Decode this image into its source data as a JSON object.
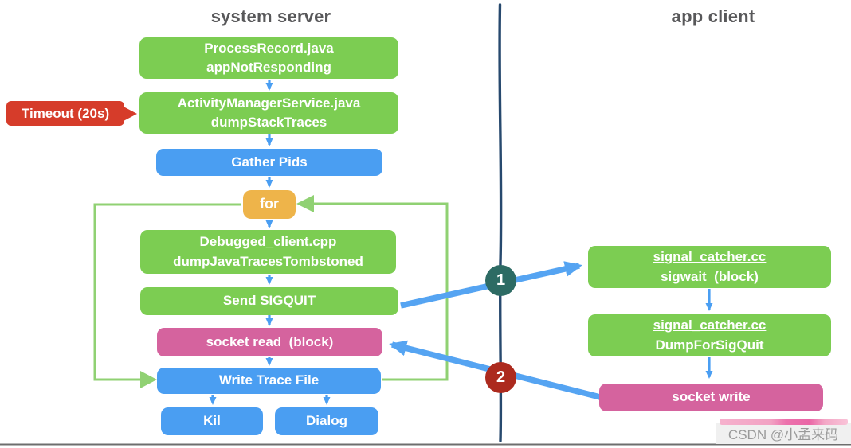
{
  "titles": {
    "left": "system server",
    "right": "app client"
  },
  "server": {
    "process_record": {
      "line1": "ProcessRecord.java",
      "line2": "appNotResponding"
    },
    "ams": {
      "line1": "ActivityManagerService.java",
      "line2": "dumpStackTraces"
    },
    "timeout_label": "Timeout (20s)",
    "gather_pids": "Gather Pids",
    "for_label": "for",
    "debugged_client": {
      "line1": "Debugged_client.cpp",
      "line2": "dumpJavaTracesTombstoned"
    },
    "send_sigquit": "Send SIGQUIT",
    "socket_read": "socket read  (block)",
    "write_trace_file": "Write Trace File",
    "kill": "Kil",
    "dialog": "Dialog"
  },
  "client": {
    "sigwait": {
      "line1": "signal_catcher.cc",
      "line2": "sigwait  (block)"
    },
    "dump_for_sigquit": {
      "line1": "signal_catcher.cc",
      "line2": "DumpForSigQuit"
    },
    "socket_write": "socket write"
  },
  "badges": {
    "step1": "1",
    "step2": "2"
  },
  "watermark": "CSDN @小孟来码",
  "colors": {
    "box_green": "#7ccd52",
    "box_blue": "#4a9ef2",
    "box_pink": "#d5639e",
    "box_orange": "#eeb44a",
    "callout_red": "#d63c2a",
    "badge_teal": "#2d6b64",
    "badge_red": "#ac2a1e",
    "divider_navy": "#27496e",
    "arrow_blue": "#4a9ef2",
    "loop_green": "#90d173",
    "title_gray": "#58585a"
  }
}
